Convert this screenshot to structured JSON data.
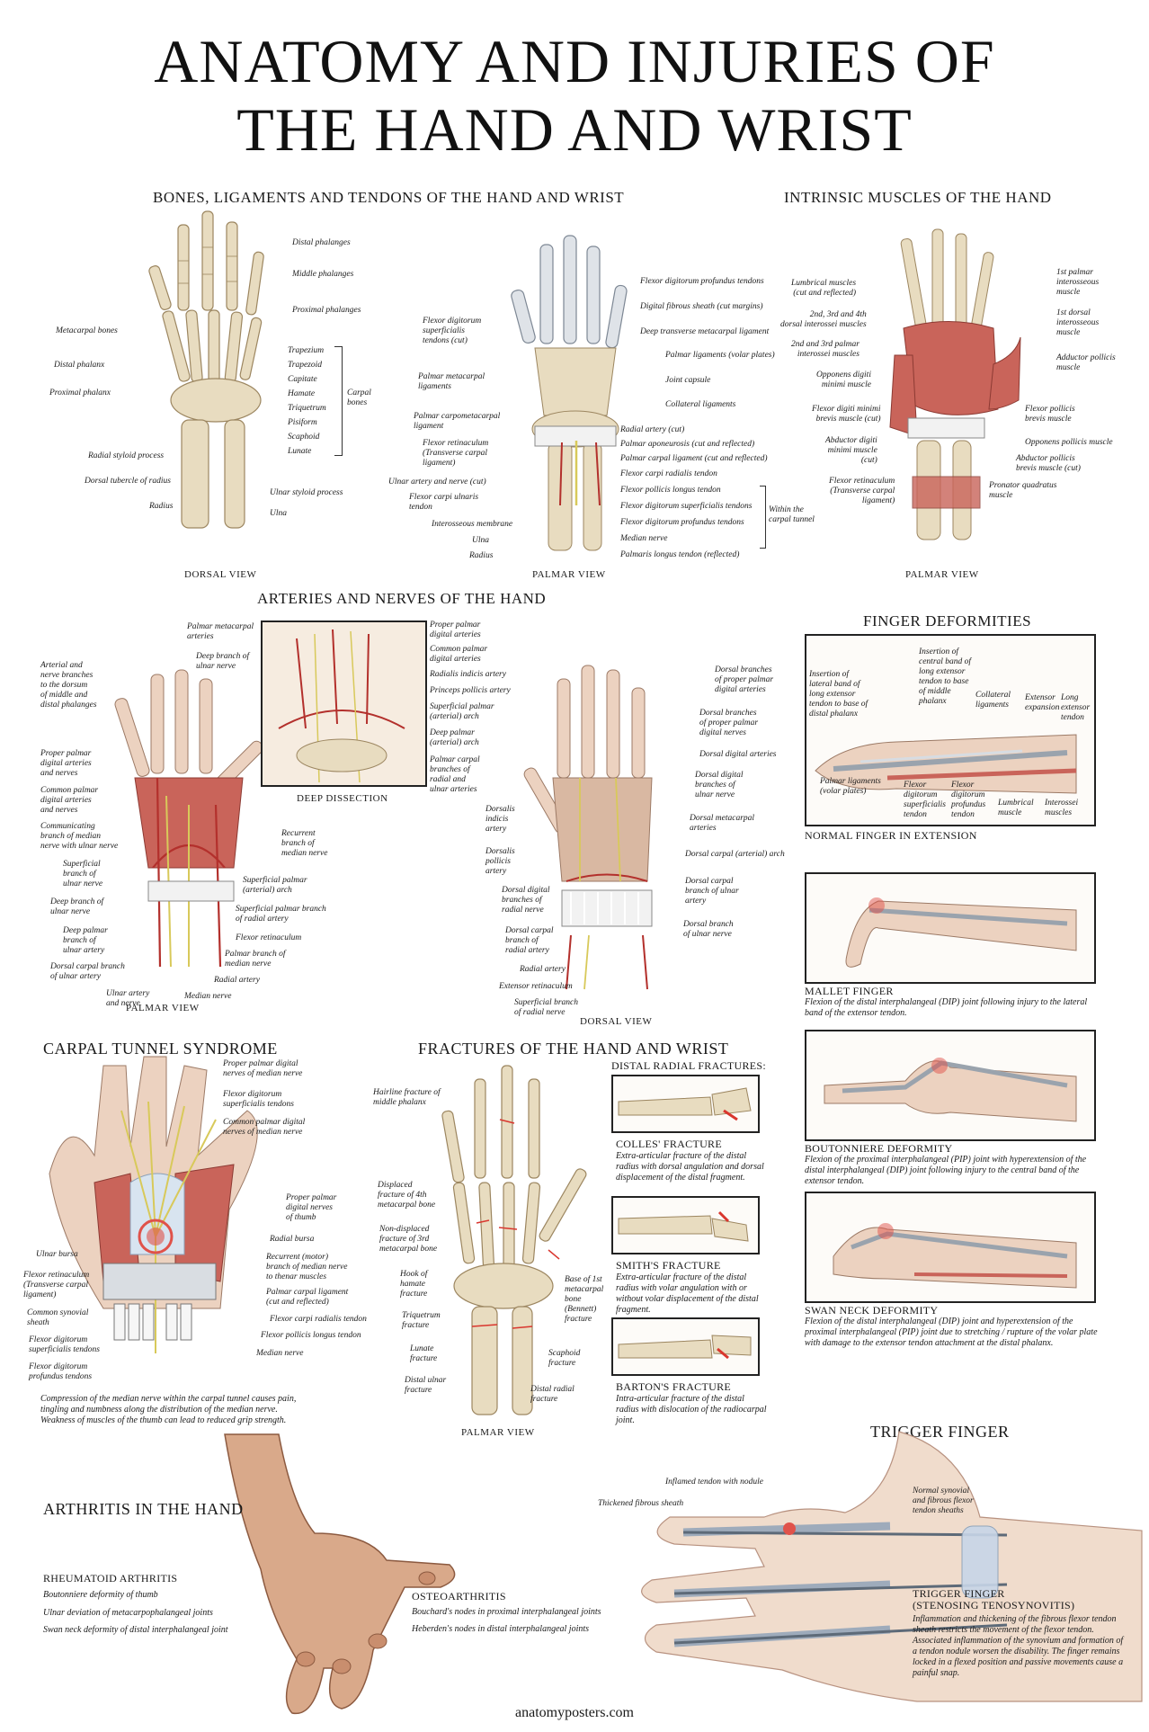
{
  "title": {
    "line1": "ANATOMY AND INJURIES OF",
    "line2": "THE HAND AND WRIST"
  },
  "sections": {
    "bones": {
      "title": "BONES, LIGAMENTS AND TENDONS OF THE HAND AND WRIST",
      "dorsal_view": "DORSAL VIEW",
      "palmar_view": "PALMAR VIEW",
      "dorsal_labels_right": [
        "Distal phalanges",
        "Middle phalanges",
        "Proximal phalanges",
        "Trapezium",
        "Trapezoid",
        "Capitate",
        "Hamate",
        "Triquetrum",
        "Pisiform",
        "Scaphoid",
        "Lunate",
        "Ulnar styloid process",
        "Ulna"
      ],
      "carpal_bones": "Carpal\nbones",
      "dorsal_labels_left": [
        "Metacarpal bones",
        "Distal phalanx",
        "Proximal phalanx",
        "Radial styloid process",
        "Dorsal tubercle of radius",
        "Radius"
      ],
      "palmar_labels_right": [
        "Flexor digitorum profundus tendons",
        "Digital fibrous sheath (cut margins)",
        "Deep transverse metacarpal ligament",
        "Palmar ligaments (volar plates)",
        "Joint capsule",
        "Collateral ligaments",
        "Radial artery (cut)",
        "Palmar aponeurosis (cut and reflected)",
        "Palmar carpal ligament (cut and reflected)",
        "Flexor carpi radialis tendon",
        "Flexor pollicis longus tendon",
        "Flexor digitorum superficialis tendons",
        "Flexor digitorum profundus tendons",
        "Median nerve",
        "Palmaris longus tendon (reflected)"
      ],
      "within_tunnel": "Within the\ncarpal tunnel",
      "palmar_labels_left": [
        "Flexor digitorum\nsuperficialis\ntendons (cut)",
        "Palmar metacarpal\nligaments",
        "Palmar carpometacarpal\nligament",
        "Flexor retinaculum\n(Transverse carpal\nligament)",
        "Ulnar artery and nerve (cut)",
        "Flexor carpi ulnaris\ntendon",
        "Interosseous membrane",
        "Ulna",
        "Radius"
      ]
    },
    "intrinsic": {
      "title": "INTRINSIC MUSCLES OF THE HAND",
      "palmar_view": "PALMAR VIEW",
      "labels_left": [
        "Lumbrical muscles\n(cut and reflected)",
        "2nd, 3rd and 4th\ndorsal interossei muscles",
        "2nd and 3rd palmar\ninterossei muscles",
        "Opponens digiti\nminimi muscle",
        "Flexor digiti minimi\nbrevis muscle (cut)",
        "Abductor digiti\nminimi muscle\n(cut)",
        "Flexor retinaculum\n(Transverse carpal\nligament)"
      ],
      "labels_right": [
        "1st palmar\ninterosseous\nmuscle",
        "1st dorsal\ninterosseous\nmuscle",
        "Adductor pollicis\nmuscle",
        "Flexor pollicis\nbrevis muscle",
        "Opponens pollicis muscle",
        "Abductor pollicis\nbrevis muscle (cut)",
        "Pronator quadratus\nmuscle"
      ]
    },
    "arteries": {
      "title": "ARTERIES AND NERVES OF THE HAND",
      "palmar_view": "PALMAR VIEW",
      "dorsal_view": "DORSAL VIEW",
      "deep_dissection": "DEEP DISSECTION",
      "left_labels": [
        "Arterial and\nnerve branches\nto the dorsum\nof middle and\ndistal phalanges",
        "Proper palmar\ndigital arteries\nand nerves",
        "Common palmar\ndigital arteries\nand nerves",
        "Communicating\nbranch of median\nnerve with ulnar nerve",
        "Superficial\nbranch of\nulnar nerve",
        "Deep branch of\nulnar nerve",
        "Deep palmar\nbranch of\nulnar artery",
        "Dorsal carpal branch\nof ulnar artery",
        "Ulnar artery\nand nerve"
      ],
      "top_labels": [
        "Palmar metacarpal\narteries",
        "Deep branch of\nulnar nerve"
      ],
      "palmar_right": [
        "Recurrent\nbranch of\nmedian nerve",
        "Superficial palmar\n(arterial) arch",
        "Superficial palmar branch\nof radial artery",
        "Flexor retinaculum",
        "Palmar branch of\nmedian nerve",
        "Radial artery",
        "Median nerve"
      ],
      "deep_right": [
        "Proper palmar\ndigital arteries",
        "Common palmar\ndigital arteries",
        "Radialis indicis artery",
        "Princeps pollicis artery",
        "Superficial palmar\n(arterial) arch",
        "Deep palmar\n(arterial) arch",
        "Palmar carpal\nbranches of\nradial and\nulnar arteries"
      ],
      "dorsal_left": [
        "Dorsalis\nindicis\nartery",
        "Dorsalis\npollicis\nartery",
        "Dorsal digital\nbranches of\nradial nerve",
        "Dorsal carpal\nbranch of\nradial artery",
        "Radial artery",
        "Extensor retinaculum",
        "Superficial branch\nof radial nerve"
      ],
      "dorsal_right": [
        "Dorsal branches\nof proper palmar\ndigital arteries",
        "Dorsal branches\nof proper palmar\ndigital nerves",
        "Dorsal digital arteries",
        "Dorsal digital\nbranches of\nulnar nerve",
        "Dorsal metacarpal\narteries",
        "Dorsal carpal (arterial) arch",
        "Dorsal carpal\nbranch of ulnar\nartery",
        "Dorsal branch\nof ulnar nerve"
      ]
    },
    "finger_deformities": {
      "title": "FINGER DEFORMITIES",
      "normal_labels": [
        "Insertion of\nlateral band of\nlong extensor\ntendon to base of\ndistal phalanx",
        "Insertion of\ncentral band of\nlong extensor\ntendon to base\nof middle\nphalanx",
        "Collateral\nligaments",
        "Extensor\nexpansion",
        "Long\nextensor\ntendon",
        "Palmar ligaments\n(volar plates)",
        "Flexor\ndigitorum\nsuperficialis\ntendon",
        "Flexor\ndigitorum\nprofundus\ntendon",
        "Lumbrical\nmuscle",
        "Interossei\nmuscles"
      ],
      "normal_caption": "NORMAL FINGER IN EXTENSION",
      "mallet_title": "MALLET FINGER",
      "mallet_text": "Flexion of the distal interphalangeal (DIP) joint following injury to the lateral band of the extensor tendon.",
      "boutonniere_title": "BOUTONNIERE DEFORMITY",
      "boutonniere_text": "Flexion of the proximal interphalangeal (PIP) joint with hyperextension of the distal interphalangeal (DIP) joint following injury to the central band of the extensor tendon.",
      "swan_title": "SWAN NECK DEFORMITY",
      "swan_text": "Flexion of the distal interphalangeal (DIP) joint and hyperextension of the proximal interphalangeal (PIP) joint due to stretching / rupture of the volar plate with damage to the extensor tendon attachment at the distal phalanx."
    },
    "carpal_tunnel": {
      "title": "CARPAL TUNNEL SYNDROME",
      "right_labels": [
        "Proper palmar digital\nnerves of median nerve",
        "Flexor digitorum\nsuperficialis tendons",
        "Common palmar digital\nnerves of median nerve",
        "Proper palmar\ndigital nerves\nof thumb",
        "Radial bursa",
        "Recurrent (motor)\nbranch of median nerve\nto thenar muscles",
        "Palmar carpal ligament\n(cut and reflected)",
        "Flexor carpi radialis tendon",
        "Flexor pollicis longus tendon",
        "Median nerve"
      ],
      "left_labels": [
        "Ulnar bursa",
        "Flexor retinaculum\n(Transverse carpal\nligament)",
        "Common synovial\nsheath",
        "Flexor digitorum\nsuperficialis tendons",
        "Flexor digitorum\nprofundus tendons"
      ],
      "description": "Compression of the median nerve within the carpal tunnel causes pain, tingling and numbness along the distribution of the median nerve. Weakness of muscles of the thumb can lead to reduced grip strength."
    },
    "fractures": {
      "title": "FRACTURES OF THE HAND AND WRIST",
      "palmar_view": "PALMAR VIEW",
      "left_labels": [
        "Hairline fracture of\nmiddle phalanx",
        "Displaced\nfracture of 4th\nmetacarpal bone",
        "Non-displaced\nfracture of 3rd\nmetacarpal bone",
        "Hook of\nhamate\nfracture",
        "Triquetrum\nfracture",
        "Lunate\nfracture",
        "Distal ulnar\nfracture"
      ],
      "right_labels": [
        "Base of 1st\nmetacarpal\nbone\n(Bennett)\nfracture",
        "Scaphoid\nfracture",
        "Distal radial\nfracture"
      ],
      "distal_title": "DISTAL RADIAL FRACTURES:",
      "colles_title": "COLLES' FRACTURE",
      "colles_text": "Extra-articular fracture of the distal radius with dorsal angulation and dorsal displacement of the distal fragment.",
      "smith_title": "SMITH'S FRACTURE",
      "smith_text": "Extra-articular fracture of the distal radius with volar angulation with or without volar displacement of the distal fragment.",
      "barton_title": "BARTON'S FRACTURE",
      "barton_text": "Intra-articular fracture of the distal radius with dislocation of the radiocarpal joint."
    },
    "arthritis": {
      "title": "ARTHRITIS IN THE HAND",
      "ra_title": "RHEUMATOID ARTHRITIS",
      "ra_items": [
        "Boutonniere deformity of thumb",
        "Ulnar deviation of metacarpophalangeal joints",
        "Swan neck deformity of distal interphalangeal joint"
      ],
      "oa_title": "OSTEOARTHRITIS",
      "oa_items": [
        "Bouchard's nodes in proximal interphalangeal joints",
        "Heberden's nodes in distal interphalangeal joints"
      ]
    },
    "trigger": {
      "title": "TRIGGER FINGER",
      "labels": [
        "Inflamed tendon with nodule",
        "Thickened fibrous sheath",
        "Normal synovial\nand fibrous flexor\ntendon sheaths"
      ],
      "caption_title": "TRIGGER FINGER\n(STENOSING TENOSYNOVITIS)",
      "caption_text": "Inflammation and thickening of the fibrous flexor tendon sheath restricts the movement of the flexor tendon. Associated inflammation of the synovium and formation of a tendon nodule worsen the disability. The finger remains locked in a flexed position and passive movements cause a painful snap."
    }
  },
  "footer": "anatomyposters.com",
  "colors": {
    "bone": "#e8dcc0",
    "bone_dark": "#b8a47e",
    "muscle": "#c9645a",
    "tendon": "#dfe3e8",
    "nerve": "#d8c95a",
    "artery": "#b3302c",
    "skin": "#ecd2c0",
    "inflame": "#e0524a"
  }
}
